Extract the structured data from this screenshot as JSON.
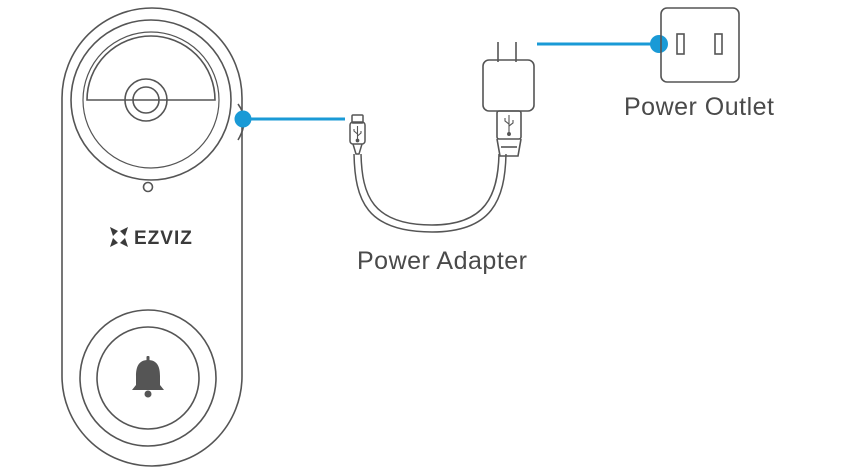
{
  "diagram": {
    "labels": {
      "power_adapter": "Power Adapter",
      "power_outlet": "Power Outlet"
    },
    "doorbell": {
      "brand": "EZVIZ"
    },
    "icons": [
      "doorbell-device-icon",
      "camera-lens-icon",
      "bell-icon",
      "usb-symbol-icon",
      "micro-usb-plug-icon",
      "power-adapter-icon",
      "power-outlet-icon",
      "callout-dot-icon"
    ],
    "colors": {
      "outline": "#555555",
      "callout": "#1a9ad6",
      "text": "#4a4a4a"
    }
  }
}
